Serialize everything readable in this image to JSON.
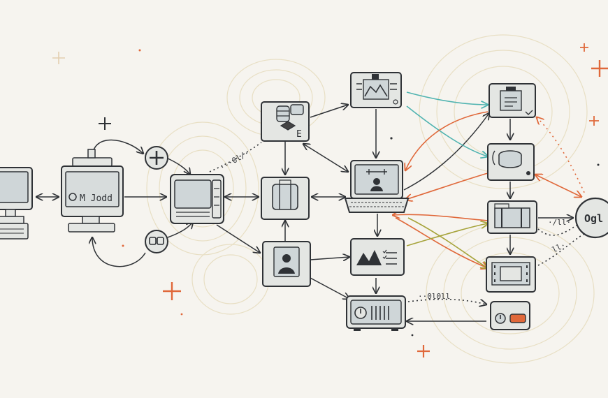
{
  "colors": {
    "background": "#f6f4ef",
    "ink": "#2f3236",
    "node_fill": "#e4e6e3",
    "screen_fill": "#cfd6d8",
    "accent_orange": "#e0683a",
    "accent_teal": "#4fb3b0",
    "accent_olive": "#a6a33a",
    "swirl": "#e8dfc4"
  },
  "nodes": [
    {
      "id": "monitor-left",
      "icon": "monitor-icon",
      "label": ""
    },
    {
      "id": "workstation",
      "icon": "computer-icon",
      "label": "M Jodd"
    },
    {
      "id": "plus-badge",
      "icon": "plus-icon",
      "label": ""
    },
    {
      "id": "link-badge",
      "icon": "link-icon",
      "label": ""
    },
    {
      "id": "router",
      "icon": "router-icon",
      "label": ""
    },
    {
      "id": "database-panel",
      "icon": "database-icon",
      "label": "E"
    },
    {
      "id": "storage-box",
      "icon": "storage-icon",
      "label": ""
    },
    {
      "id": "user-card",
      "icon": "user-icon",
      "label": ""
    },
    {
      "id": "chart-panel",
      "icon": "chart-icon",
      "label": ""
    },
    {
      "id": "laptop",
      "icon": "laptop-icon",
      "label": ""
    },
    {
      "id": "image-list",
      "icon": "image-icon",
      "label": ""
    },
    {
      "id": "media-player",
      "icon": "player-icon",
      "label": ""
    },
    {
      "id": "document-panel",
      "icon": "document-icon",
      "label": ""
    },
    {
      "id": "disk-panel",
      "icon": "disk-icon",
      "label": ""
    },
    {
      "id": "folder-panel",
      "icon": "folder-icon",
      "label": ""
    },
    {
      "id": "film-panel",
      "icon": "film-icon",
      "label": ""
    },
    {
      "id": "drive-panel",
      "icon": "drive-icon",
      "label": ""
    },
    {
      "id": "output-node",
      "icon": "globe-icon",
      "label": "Ogl"
    }
  ],
  "code_strings": {
    "router_to_database": "·-·0l/·",
    "folder_to_output": "·/ll·",
    "film_to_output": "ll·",
    "player_to_drive": "··0l0ll"
  }
}
